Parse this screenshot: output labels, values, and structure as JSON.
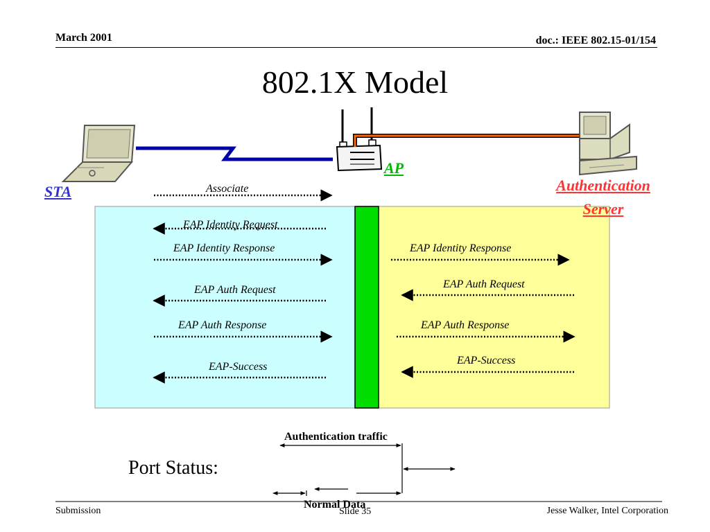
{
  "header": {
    "date": "March 2001",
    "doc": "doc.: IEEE 802.15-01/154"
  },
  "title": "802.1X Model",
  "entities": {
    "sta": "STA",
    "ap": "AP",
    "auth_server_line1": "Authentication",
    "auth_server_line2": "Server"
  },
  "messages": {
    "associate": "Associate",
    "left": [
      {
        "label": "EAP Identity Request",
        "dir": "left"
      },
      {
        "label": "EAP Identity Response",
        "dir": "right"
      },
      {
        "label": "EAP Auth Request",
        "dir": "left"
      },
      {
        "label": "EAP Auth Response",
        "dir": "right"
      },
      {
        "label": "EAP-Success",
        "dir": "left"
      }
    ],
    "right": [
      {
        "label": "EAP Identity Response",
        "dir": "right"
      },
      {
        "label": "EAP Auth Request",
        "dir": "left"
      },
      {
        "label": "EAP Auth Response",
        "dir": "right"
      },
      {
        "label": "EAP-Success",
        "dir": "left"
      }
    ]
  },
  "port": {
    "label": "Port Status:",
    "auth_traffic": "Authentication traffic",
    "normal_data": "Normal Data"
  },
  "footer": {
    "left": "Submission",
    "center": "Slide 35",
    "right": "Jesse Walker, Intel Corporation"
  },
  "colors": {
    "sta_zone": "#ccffff",
    "server_zone": "#ffff99",
    "port_bar": "#00dd00",
    "sta_link": "#0000aa",
    "server_link": "#ff6600",
    "entity_blue": "#3333cc",
    "entity_red": "#ff3333",
    "entity_green": "#00bb00"
  }
}
